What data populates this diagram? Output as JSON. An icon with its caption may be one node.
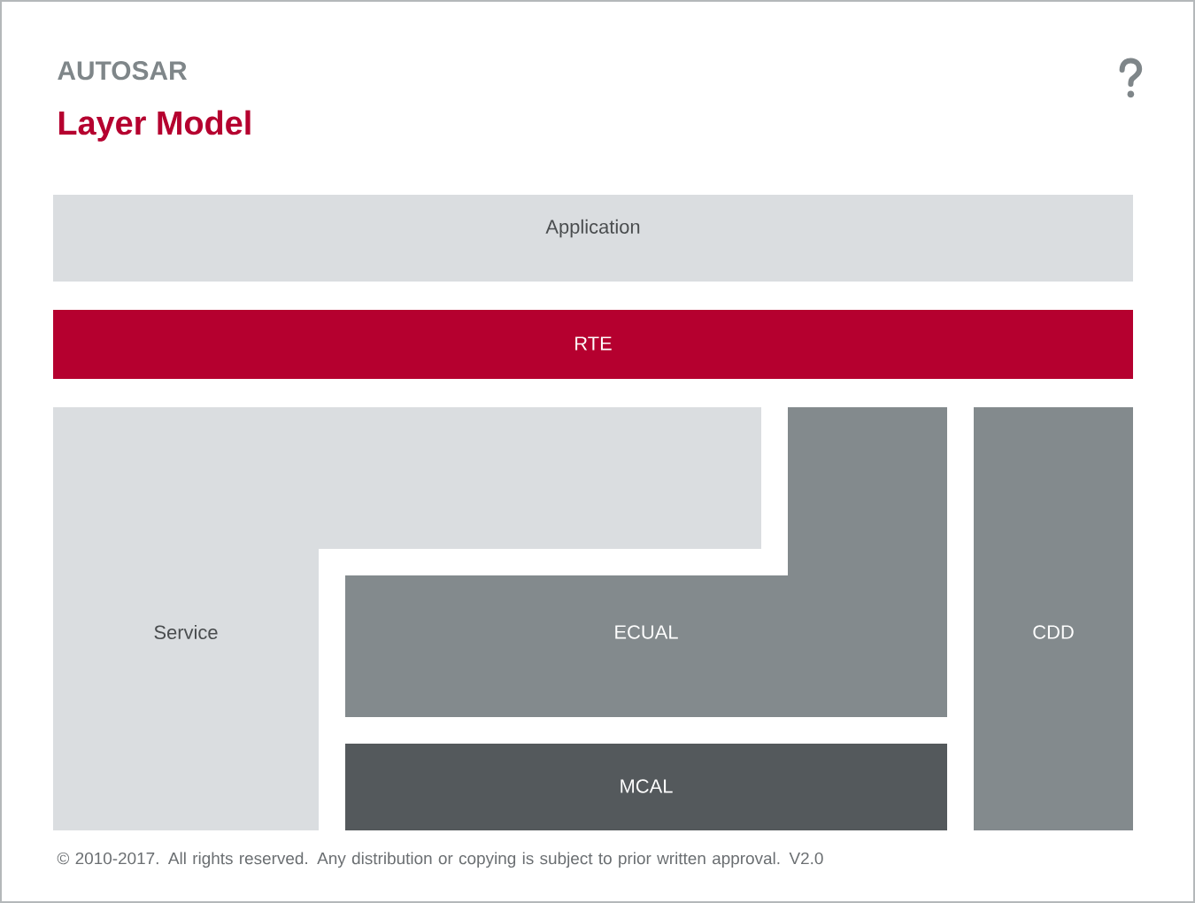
{
  "diagram": {
    "title": "Layer Model",
    "nodes": [
      {
        "text": [
          "Application"
        ]
      },
      {
        "text": [
          "RTE"
        ]
      },
      {
        "text": [
          "Service"
        ]
      },
      {
        "text": [
          "ECUAL"
        ]
      },
      {
        "text": [
          "MCAL"
        ]
      },
      {
        "text": [
          "CDD"
        ]
      }
    ],
    "labels": [
      "AUTOSAR",
      "© 2010-2017. All rights reserved. Any distribution or copying is subject to prior written approval. V2.0"
    ]
  }
}
